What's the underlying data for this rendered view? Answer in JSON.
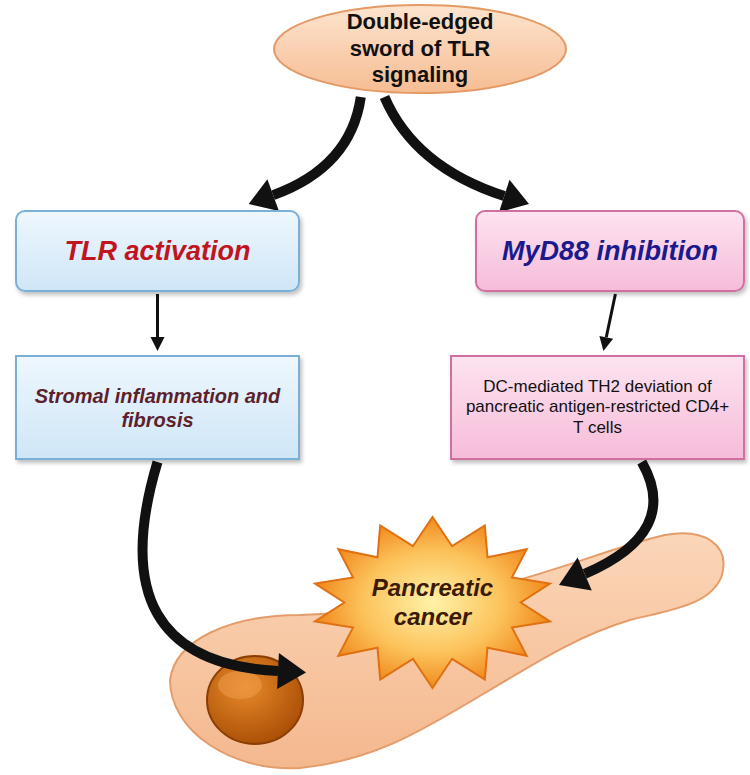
{
  "diagram": {
    "nodes": [
      {
        "text": [
          "Double-edged sword of TLR signaling"
        ]
      },
      {
        "text": [
          "TLR activation"
        ]
      },
      {
        "text": [
          "MyD88 inhibition"
        ]
      },
      {
        "text": [
          "Stromal inflammation and fibrosis"
        ]
      },
      {
        "text": [
          "DC-mediated TH2 deviation of pancreatic antigen-restricted CD4+ T cells"
        ]
      },
      {
        "text": [
          "Pancreatic cancer"
        ]
      }
    ],
    "edges": [
      {
        "from": 0,
        "to": 1,
        "arrow": "to"
      },
      {
        "from": 0,
        "to": 2,
        "arrow": "to"
      },
      {
        "from": 1,
        "to": 3,
        "arrow": "to"
      },
      {
        "from": 2,
        "to": 4,
        "arrow": "to"
      },
      {
        "from": 3,
        "to": 5,
        "arrow": "to"
      },
      {
        "from": 4,
        "to": 5,
        "arrow": "to"
      }
    ]
  }
}
